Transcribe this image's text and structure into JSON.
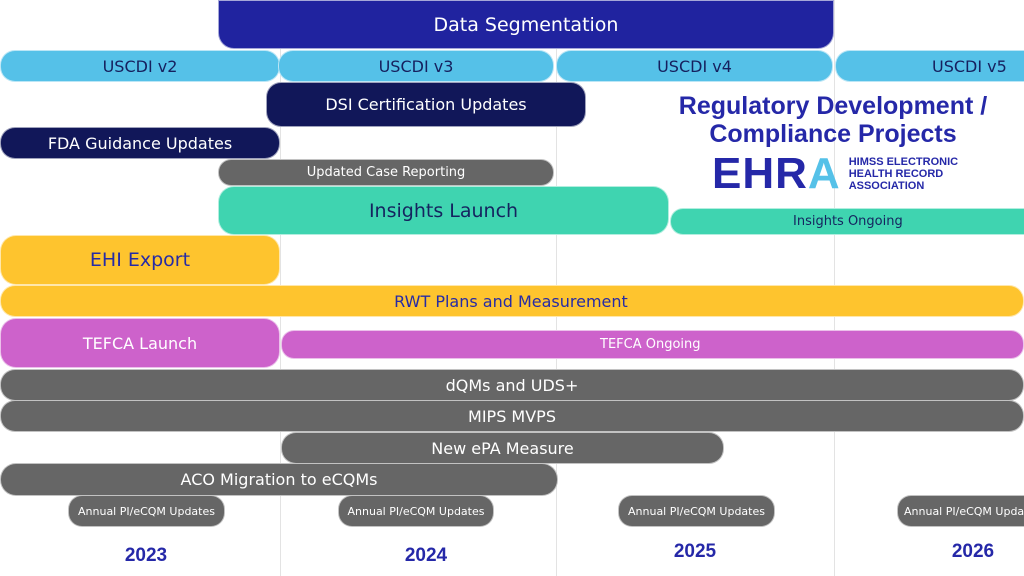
{
  "title": {
    "line1": "Regulatory Development /",
    "line2": "Compliance Projects"
  },
  "logo": {
    "mark_prefix": "EHR",
    "mark_suffix": "A",
    "text_line1": "HIMSS ELECTRONIC",
    "text_line2": "HEALTH RECORD",
    "text_line3": "ASSOCIATION"
  },
  "colors": {
    "navy": "#20239f",
    "dark_navy": "#111759",
    "sky": "#55c1e8",
    "teal": "#3fd4b0",
    "gold": "#fec42e",
    "magenta": "#cd62cb",
    "gray": "#666666",
    "year_text": "#2528a8"
  },
  "years": [
    "2023",
    "2024",
    "2025",
    "2026"
  ],
  "projects": [
    {
      "label": "Data Segmentation",
      "start": "mid-2023",
      "end": "end-2025",
      "color": "navy"
    },
    {
      "label": "USCDI v2",
      "start": "2023",
      "end": "2023",
      "color": "sky"
    },
    {
      "label": "USCDI v3",
      "start": "2024",
      "end": "2024",
      "color": "sky"
    },
    {
      "label": "USCDI v4",
      "start": "2025",
      "end": "2025",
      "color": "sky"
    },
    {
      "label": "USCDI v5",
      "start": "2026",
      "end": "2026+",
      "color": "sky"
    },
    {
      "label": "DSI Certification Updates",
      "start": "2024",
      "end": "early 2025",
      "color": "dark_navy"
    },
    {
      "label": "FDA Guidance Updates",
      "start": "2023",
      "end": "2023",
      "color": "dark_navy"
    },
    {
      "label": "Updated Case Reporting",
      "start": "mid-2023",
      "end": "2024",
      "color": "gray"
    },
    {
      "label": "Insights Launch",
      "start": "mid-2023",
      "end": "mid-2025",
      "color": "teal"
    },
    {
      "label": "Insights Ongoing",
      "start": "mid-2025",
      "end": "2026+",
      "color": "teal"
    },
    {
      "label": "EHI Export",
      "start": "2023",
      "end": "2023",
      "color": "gold"
    },
    {
      "label": "RWT Plans and Measurement",
      "start": "2023",
      "end": "2026+",
      "color": "gold"
    },
    {
      "label": "TEFCA Launch",
      "start": "2023",
      "end": "2023",
      "color": "magenta"
    },
    {
      "label": "TEFCA Ongoing",
      "start": "2024",
      "end": "2026+",
      "color": "magenta"
    },
    {
      "label": "dQMs and UDS+",
      "start": "2023",
      "end": "2026+",
      "color": "gray"
    },
    {
      "label": "MIPS MVPS",
      "start": "2023",
      "end": "2026+",
      "color": "gray"
    },
    {
      "label": "New ePA Measure",
      "start": "2024",
      "end": "mid-2025",
      "color": "gray"
    },
    {
      "label": "ACO Migration to eCQMs",
      "start": "2023",
      "end": "2024",
      "color": "gray"
    },
    {
      "label": "Annual PI/eCQM Updates",
      "start": "2023",
      "end": "2023",
      "color": "gray"
    },
    {
      "label": "Annual PI/eCQM Updates",
      "start": "2024",
      "end": "2024",
      "color": "gray"
    },
    {
      "label": "Annual PI/eCQM Updates",
      "start": "2025",
      "end": "2025",
      "color": "gray"
    },
    {
      "label": "Annual PI/eCQM Updates",
      "start": "2026",
      "end": "2026",
      "color": "gray"
    }
  ]
}
